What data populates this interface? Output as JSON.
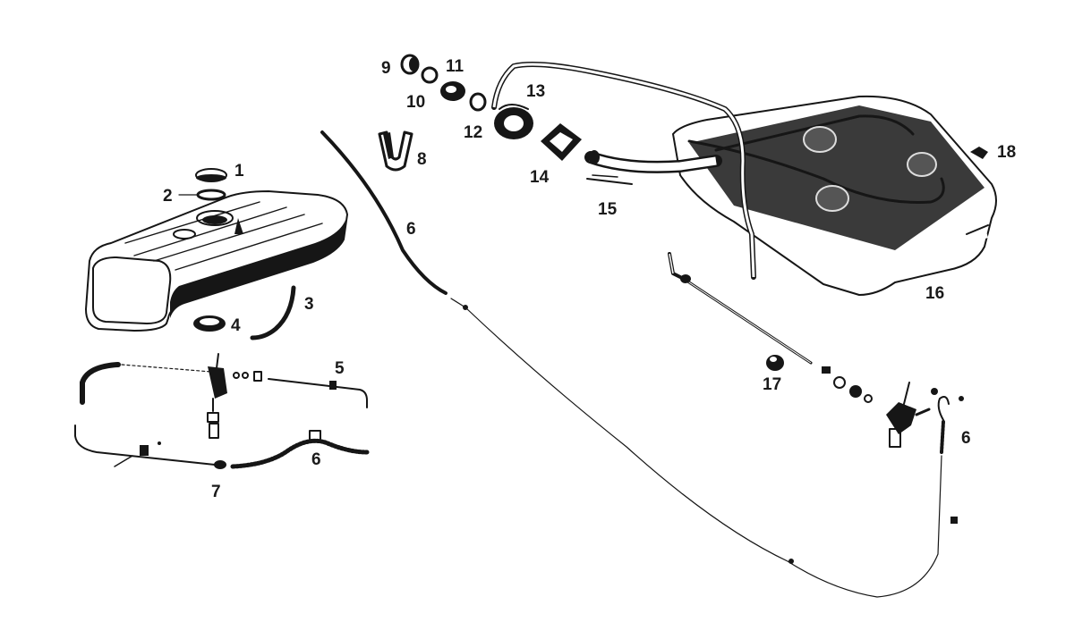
{
  "diagram": {
    "callouts": [
      "1",
      "2",
      "3",
      "4",
      "5",
      "6",
      "7",
      "8",
      "9",
      "10",
      "11",
      "12",
      "13",
      "14",
      "15",
      "16",
      "17",
      "18",
      "6",
      "6"
    ]
  }
}
